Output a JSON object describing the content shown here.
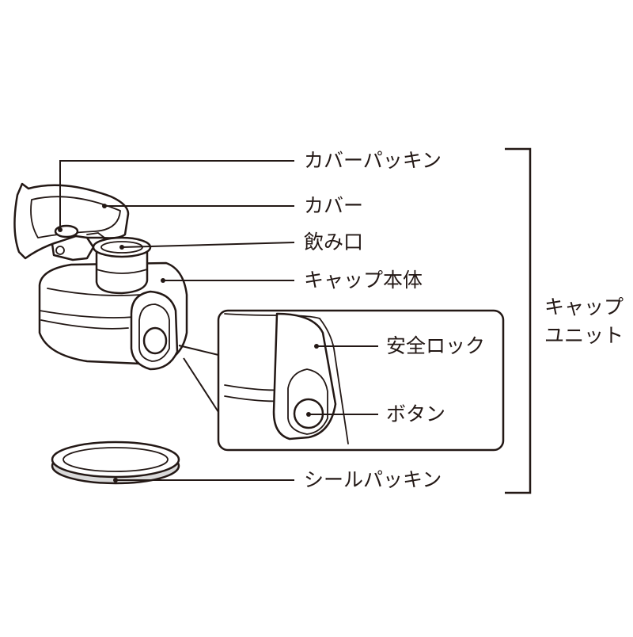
{
  "labels": {
    "cover_packing": "カバーパッキン",
    "cover": "カバー",
    "mouthpiece": "飲み口",
    "cap_body": "キャップ本体",
    "safety_lock": "安全ロック",
    "button": "ボタン",
    "seal_packing": "シールパッキン"
  },
  "group": {
    "line1": "キャップ",
    "line2": "ユニット"
  },
  "colors": {
    "ink": "#231815",
    "seal_fill": "#d9d9d9",
    "background": "#ffffff"
  }
}
